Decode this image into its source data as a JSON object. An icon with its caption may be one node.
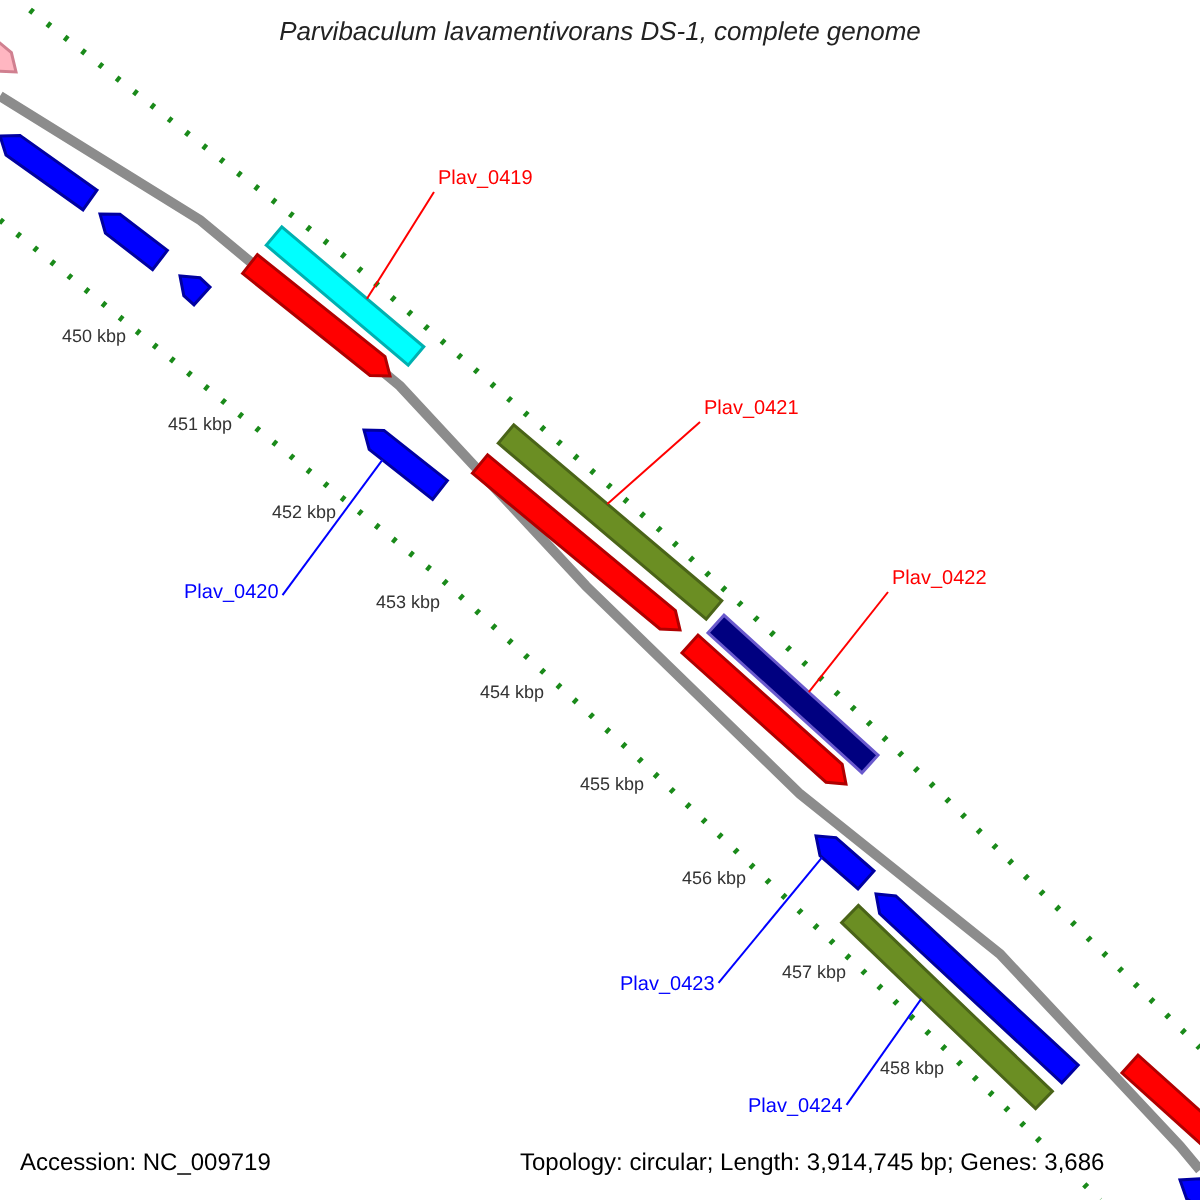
{
  "diagram": {
    "title": "Parvibaculum lavamentivorans DS-1, complete genome",
    "nodes": [
      {
        "text": [
          "Plav_0419"
        ]
      },
      {
        "text": [
          "Plav_0420"
        ]
      },
      {
        "text": [
          "Plav_0421"
        ]
      },
      {
        "text": [
          "Plav_0422"
        ]
      },
      {
        "text": [
          "Plav_0423"
        ]
      },
      {
        "text": [
          "Plav_0424"
        ]
      },
      {
        "text": [],
        "shape": "bar"
      },
      {
        "text": [],
        "shape": "bar"
      },
      {
        "text": [],
        "shape": "bar"
      },
      {
        "text": [],
        "shape": "bar"
      },
      {
        "text": [],
        "shape": "bar"
      },
      {
        "text": [],
        "shape": "bar"
      },
      {
        "text": [],
        "shape": "bar"
      },
      {
        "text": [],
        "shape": "bar"
      },
      {
        "text": [],
        "shape": "bar"
      },
      {
        "text": [],
        "shape": "bar"
      },
      {
        "text": [],
        "shape": "bar"
      },
      {
        "text": [],
        "shape": "bar"
      },
      {
        "text": [],
        "shape": "bar"
      },
      {
        "text": [],
        "shape": "bar"
      },
      {
        "text": [],
        "shape": "bar"
      },
      {
        "text": [],
        "shape": "bar"
      }
    ],
    "edges": [
      {
        "from": 0,
        "to": 11,
        "arrow": "none",
        "color": "#ff0000"
      },
      {
        "from": 1,
        "to": 12,
        "arrow": "none",
        "color": "#0000ff"
      },
      {
        "from": 2,
        "to": 14,
        "arrow": "none",
        "color": "#ff0000"
      },
      {
        "from": 3,
        "to": 16,
        "arrow": "none",
        "color": "#ff0000"
      },
      {
        "from": 4,
        "to": 17,
        "arrow": "none",
        "color": "#0000ff"
      },
      {
        "from": 5,
        "to": 18,
        "arrow": "none",
        "color": "#0000ff"
      }
    ],
    "labels": [
      "450 kbp",
      "451 kbp",
      "452 kbp",
      "453 kbp",
      "454 kbp",
      "455 kbp",
      "456 kbp",
      "457 kbp",
      "458 kbp",
      "Accession: NC_009719",
      "Topology: circular; Length: 3,914,745 bp; Genes: 3,686"
    ]
  }
}
